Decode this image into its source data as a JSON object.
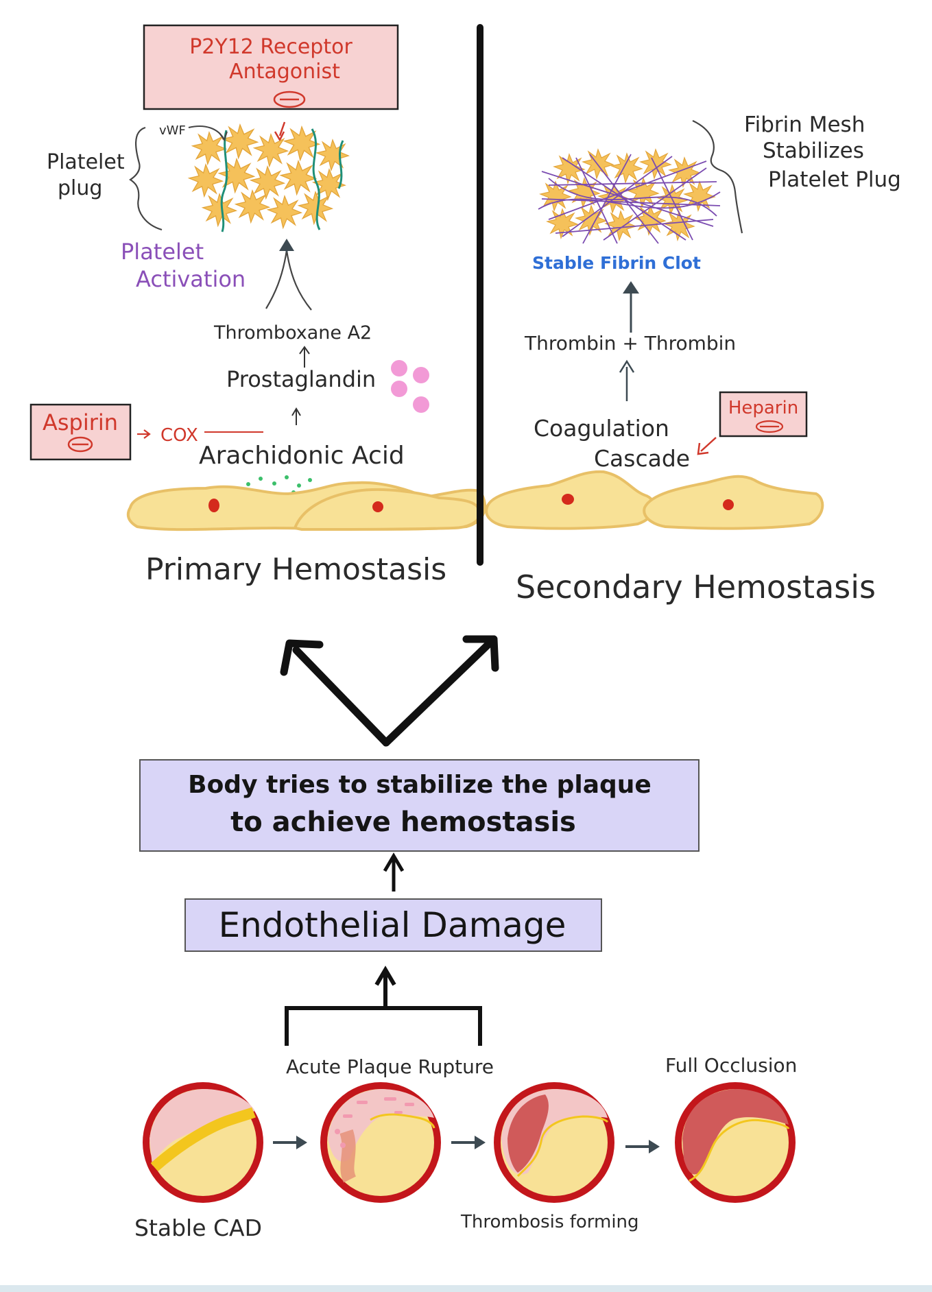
{
  "drugs": {
    "p2y12": "P2Y12 Receptor Antagonist",
    "p2y12_line1": "P2Y12 Receptor",
    "p2y12_line2": "Antagonist",
    "aspirin": "Aspirin",
    "heparin": "Heparin"
  },
  "primary": {
    "title": "Primary Hemostasis",
    "vwf": "vWF",
    "plug_line1": "Platelet",
    "plug_line2": "plug",
    "activation_line1": "Platelet",
    "activation_line2": "Activation",
    "thromboxane": "Thromboxane A2",
    "prostaglandin": "Prostaglandin",
    "cox": "COX",
    "arachidonic": "Arachidonic Acid"
  },
  "secondary": {
    "title": "Secondary Hemostasis",
    "fibrin_line1": "Fibrin Mesh",
    "fibrin_line2": "Stabilizes",
    "fibrin_line3": "Platelet Plug",
    "stable_clot": "Stable Fibrin Clot",
    "thrombin": "Thrombin + Thrombin",
    "coag_line1": "Coagulation",
    "coag_line2": "Cascade"
  },
  "center": {
    "stabilize_line1": "Body tries to stabilize  the plaque",
    "stabilize_line2": "to  achieve  hemostasis",
    "endothelial": "Endothelial Damage"
  },
  "vessels": {
    "stable": "Stable  CAD",
    "rupture": "Acute Plaque Rupture",
    "thrombosis": "Thrombosis forming",
    "occlusion": "Full Occlusion"
  },
  "colors": {
    "drug_box": "#f7d2d2",
    "drug_text": "#d0382b",
    "center_box": "#d9d5f7",
    "platelet": "#f5c15a",
    "cell_fill": "#f8e196",
    "cell_edge": "#e8c067",
    "vessel_red": "#c3161b",
    "fibrin": "#7a4bb0",
    "vwf": "#1f8f78",
    "activation": "#8a4fb8",
    "stable_clot": "#2f6fd6",
    "arrow_grey": "#3d4a52"
  }
}
